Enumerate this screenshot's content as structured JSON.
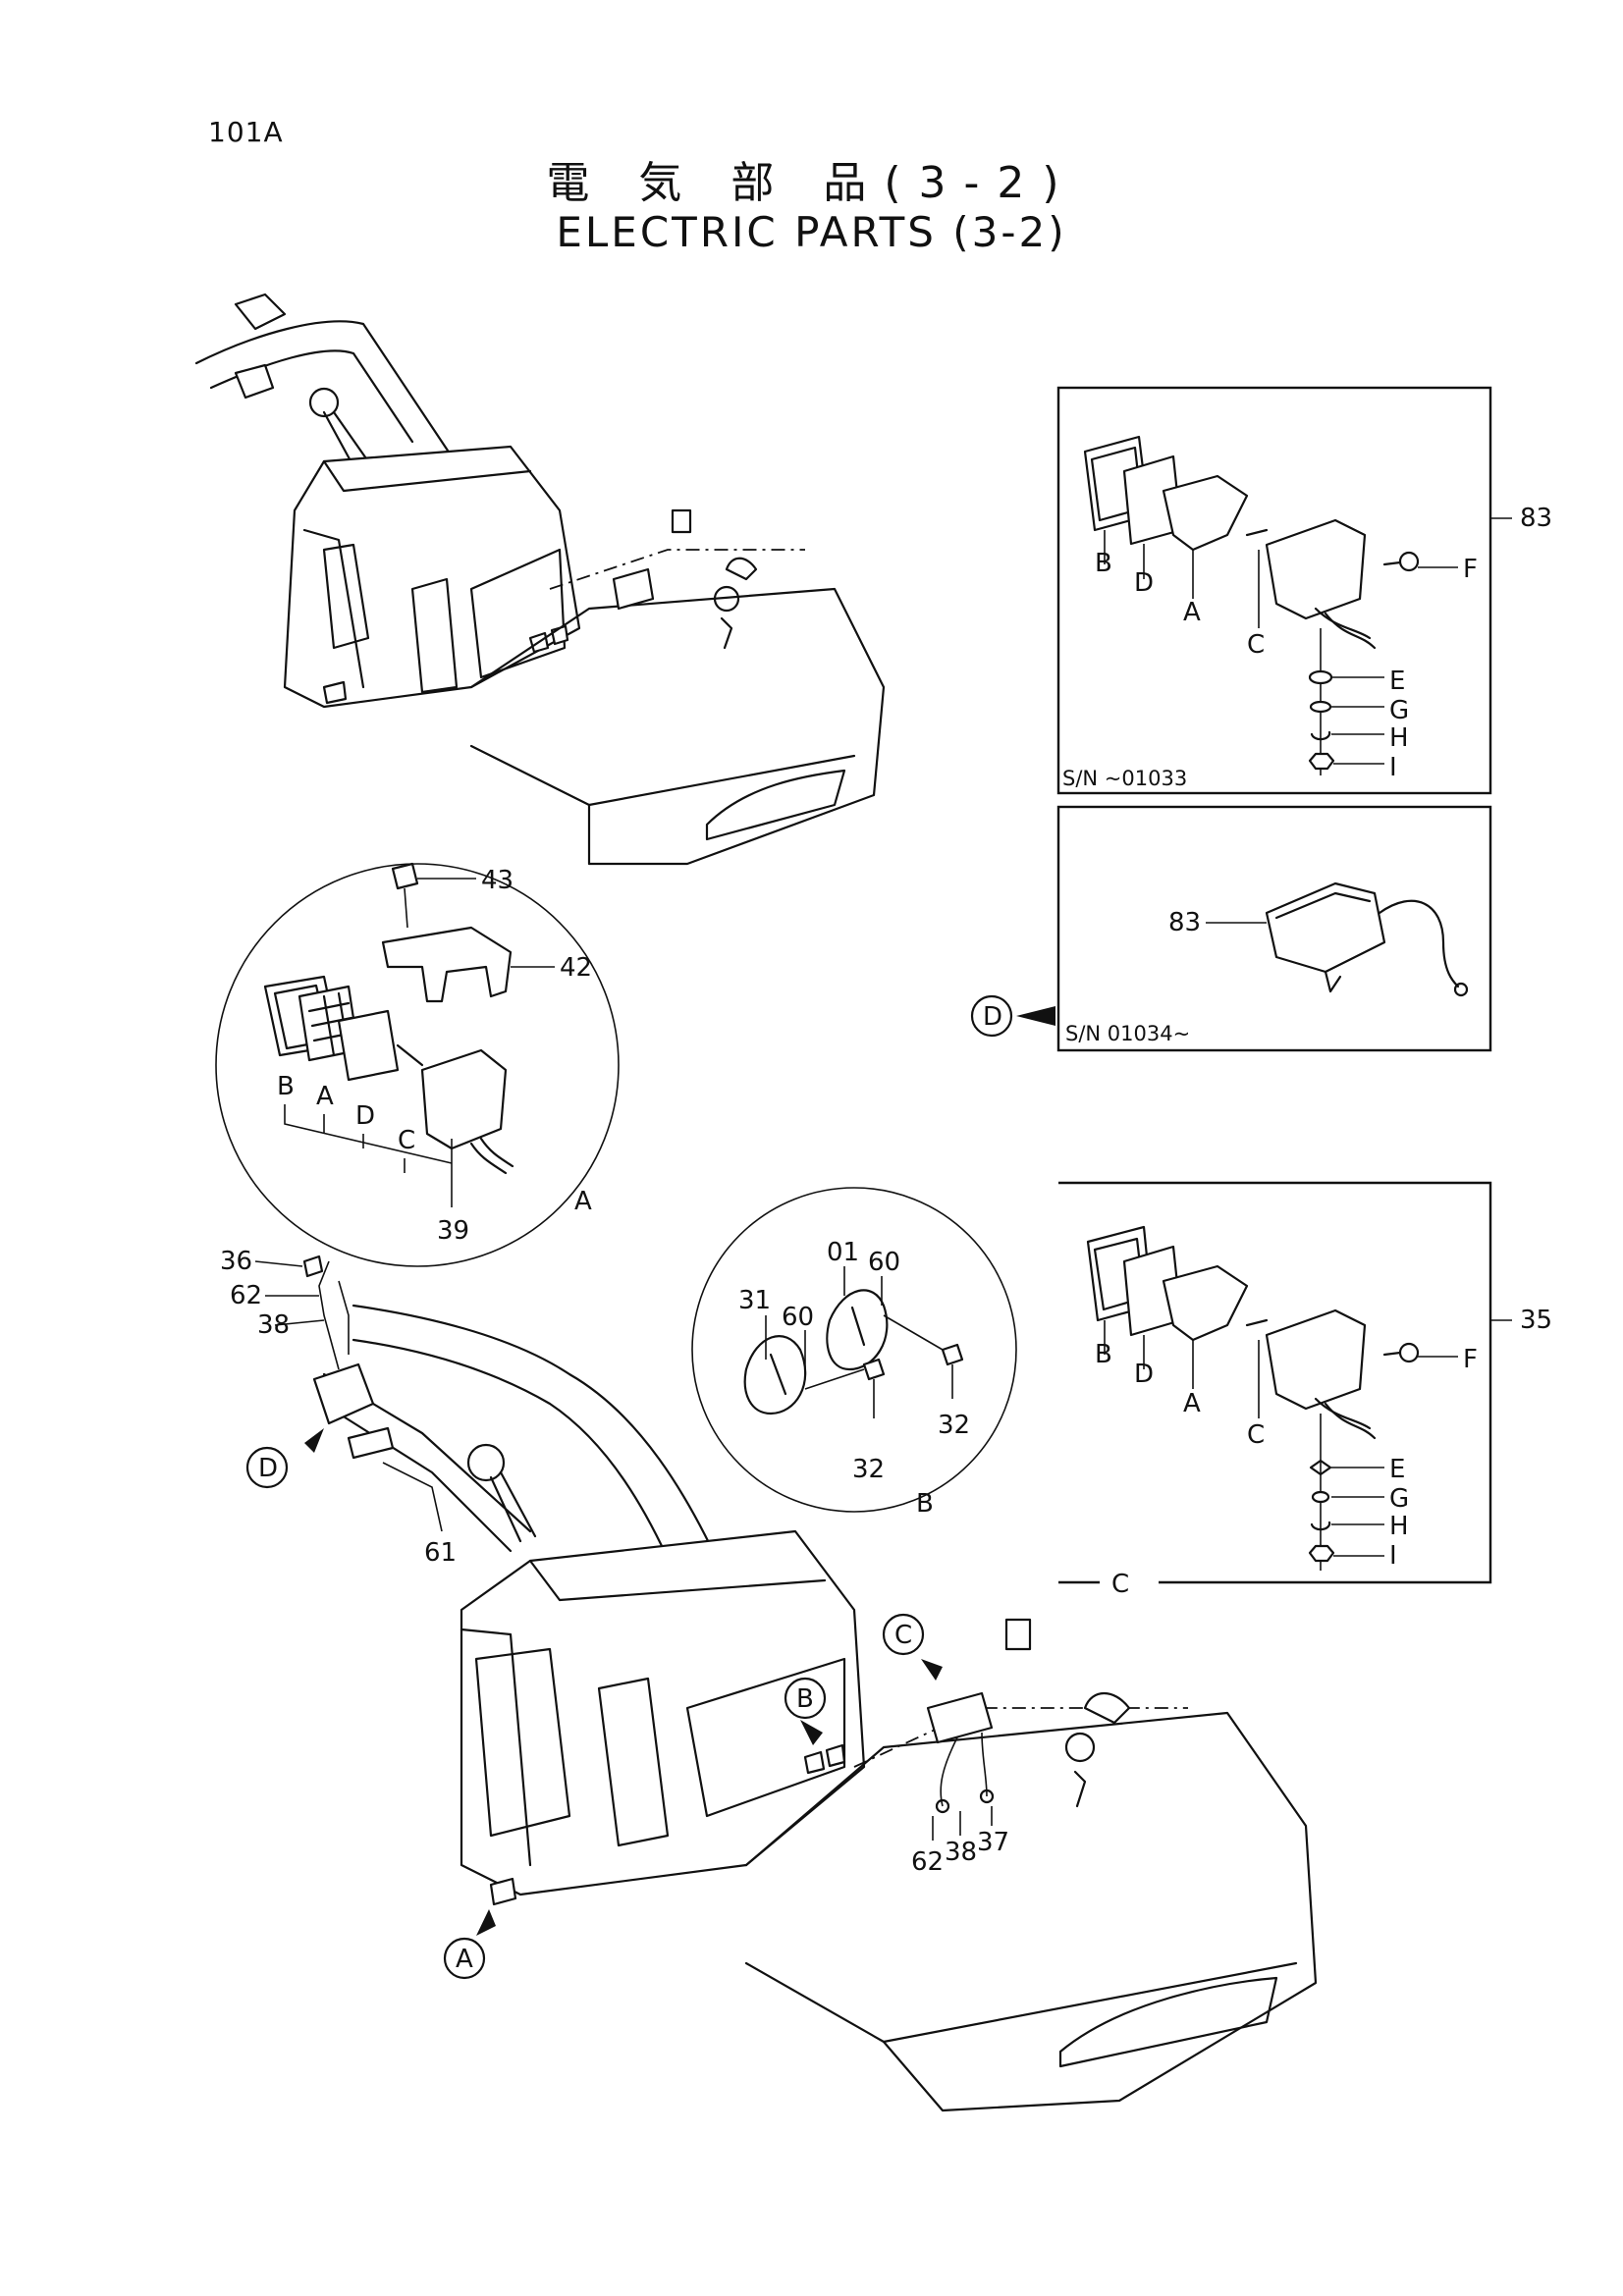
{
  "page": {
    "number": "101A"
  },
  "title": {
    "japanese": "電 気 部 品(3-2)",
    "english": "ELECTRIC PARTS (3-2)"
  },
  "boxes": {
    "upper": {
      "serial": "S/N ~01033",
      "assembly_no": "83",
      "parts": [
        "B",
        "D",
        "A",
        "C",
        "F",
        "E",
        "G",
        "H",
        "I"
      ]
    },
    "middle": {
      "serial": "S/N 01034~",
      "part_no": "83",
      "ref": "D"
    },
    "lower": {
      "assembly_no": "35",
      "ref": "C",
      "parts": [
        "B",
        "D",
        "A",
        "C",
        "F",
        "E",
        "G",
        "H",
        "I"
      ]
    }
  },
  "detail_a": {
    "ref": "A",
    "parts": [
      "43",
      "42",
      "B",
      "A",
      "D",
      "C",
      "39"
    ]
  },
  "detail_b": {
    "ref": "B",
    "parts": [
      "01",
      "60",
      "31",
      "60",
      "32",
      "32"
    ]
  },
  "boom_parts": [
    "36",
    "62",
    "38",
    "61"
  ],
  "machine_parts": [
    "62",
    "38",
    "37"
  ],
  "callouts": [
    "A",
    "B",
    "C",
    "D",
    "D"
  ]
}
